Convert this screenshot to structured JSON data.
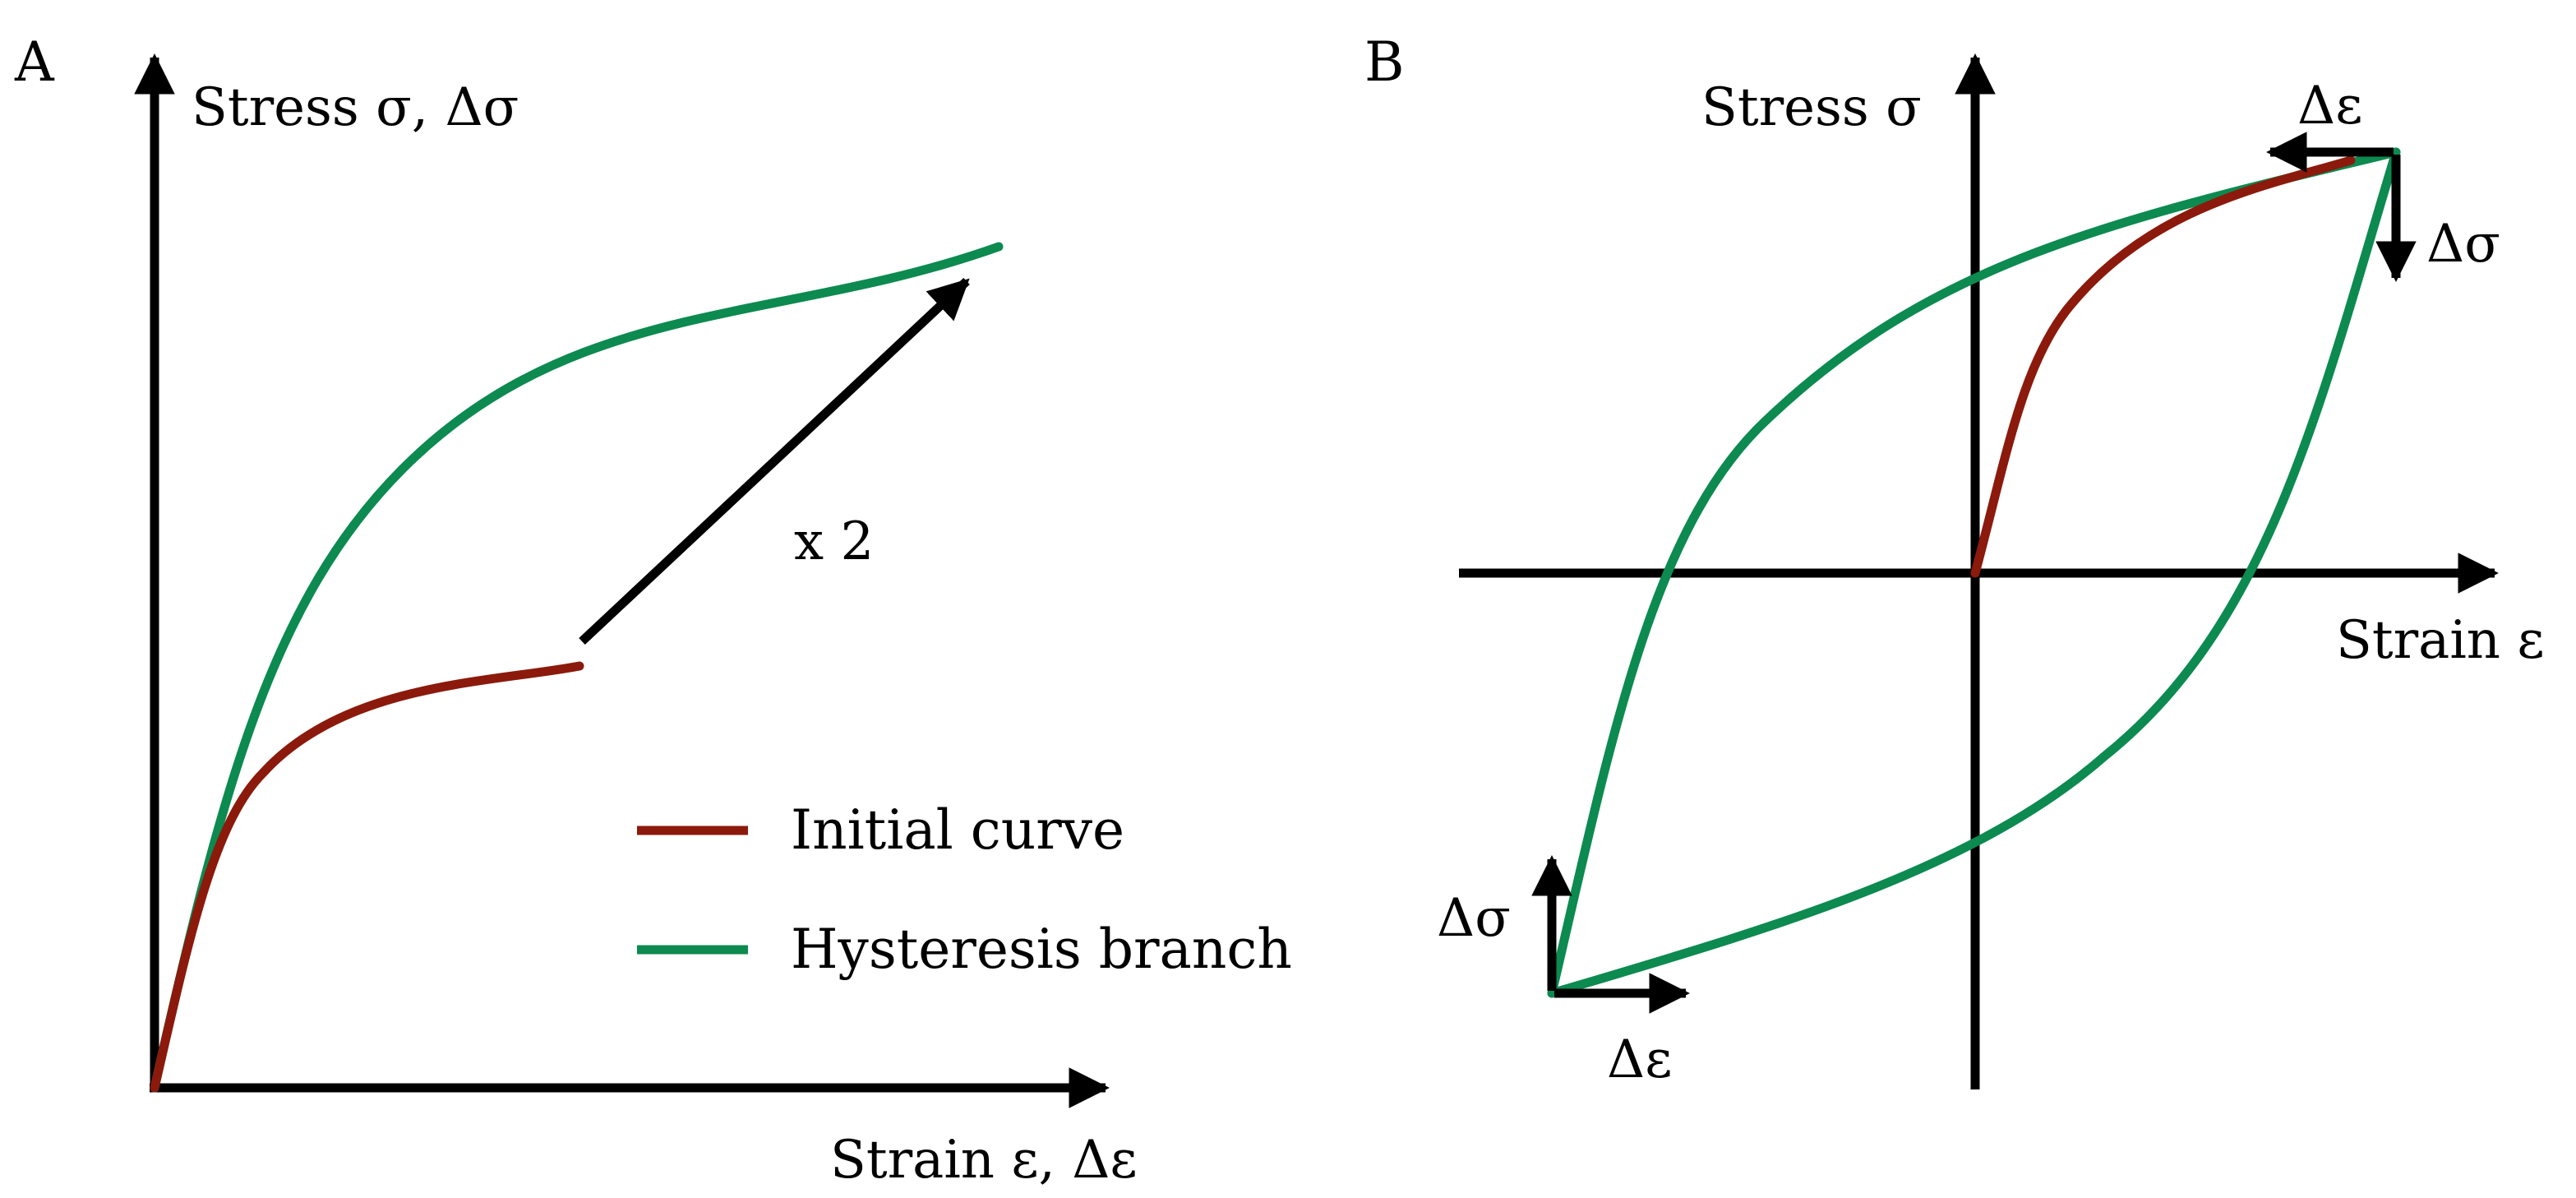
{
  "panels": {
    "a": {
      "letter": "A",
      "y_axis_label": "Stress σ, Δσ",
      "x_axis_label": "Strain ε, Δε",
      "scale_annotation": "x 2"
    },
    "b": {
      "letter": "B",
      "y_axis_label": "Stress σ",
      "x_axis_label": "Strain ε",
      "top_right_delta_strain": "Δε",
      "top_right_delta_stress": "Δσ",
      "bottom_left_delta_stress": "Δσ",
      "bottom_left_delta_strain": "Δε"
    }
  },
  "legend": [
    {
      "label": "Initial curve",
      "color": "#8b1a0c"
    },
    {
      "label": "Hysteresis branch",
      "color": "#0c8a50"
    }
  ],
  "colors": {
    "initial_curve": "#8b1a0c",
    "hysteresis_branch": "#0c8a50",
    "axes": "#000000"
  }
}
